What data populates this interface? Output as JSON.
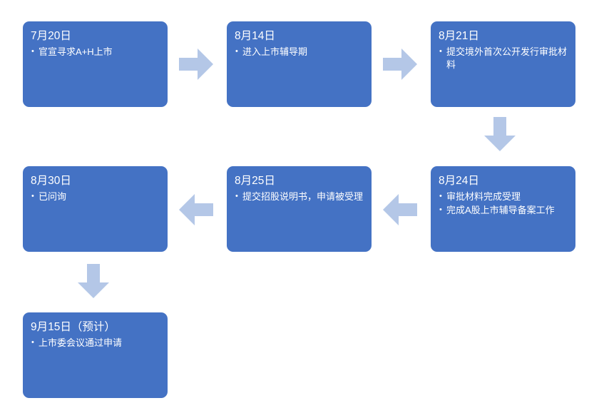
{
  "diagram": {
    "title": "IPO process timeline flowchart",
    "colors": {
      "box_fill": "#4472C4",
      "box_text": "#FFFFFF",
      "arrow_fill": "#B4C7E7",
      "background": "#FFFFFF"
    },
    "nodes": [
      {
        "id": "node-1",
        "date": "7月20日",
        "bullets": [
          "官宣寻求A+H上市"
        ]
      },
      {
        "id": "node-2",
        "date": "8月14日",
        "bullets": [
          "进入上市辅导期"
        ]
      },
      {
        "id": "node-3",
        "date": "8月21日",
        "bullets": [
          "提交境外首次公开发行审批材料"
        ]
      },
      {
        "id": "node-4",
        "date": "8月24日",
        "bullets": [
          "审批材料完成受理",
          "完成A股上市辅导备案工作"
        ]
      },
      {
        "id": "node-5",
        "date": "8月25日",
        "bullets": [
          "提交招股说明书，申请被受理"
        ]
      },
      {
        "id": "node-6",
        "date": "8月30日",
        "bullets": [
          "已问询"
        ]
      },
      {
        "id": "node-7",
        "date": "9月15日（预计）",
        "bullets": [
          "上市委会议通过申请"
        ]
      }
    ],
    "connectors": [
      {
        "id": "arrow-1",
        "from": "node-1",
        "to": "node-2",
        "direction": "right"
      },
      {
        "id": "arrow-2",
        "from": "node-2",
        "to": "node-3",
        "direction": "right"
      },
      {
        "id": "arrow-3",
        "from": "node-3",
        "to": "node-4",
        "direction": "down"
      },
      {
        "id": "arrow-4",
        "from": "node-4",
        "to": "node-5",
        "direction": "left"
      },
      {
        "id": "arrow-5",
        "from": "node-5",
        "to": "node-6",
        "direction": "left"
      },
      {
        "id": "arrow-6",
        "from": "node-6",
        "to": "node-7",
        "direction": "down"
      }
    ]
  }
}
